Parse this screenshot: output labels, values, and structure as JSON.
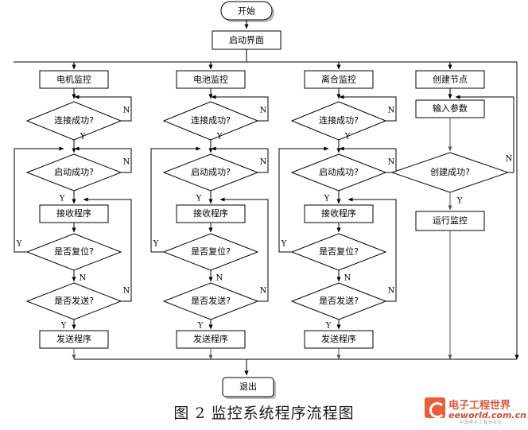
{
  "caption": "图 2 监控系统程序流程图",
  "watermark": {
    "cn": "电子工程世界",
    "en": "eeworld.com.cn",
    "sub": "中国电子工程师社区"
  },
  "colors": {
    "stroke": "#000000",
    "connector": "#555555",
    "fill": "#ffffff",
    "shadow": "#bdbdbd",
    "watermark_red": "#d9482b"
  },
  "diagram": {
    "type": "flowchart",
    "title": "监控系统程序流程图",
    "start": {
      "label": "开始",
      "shape": "terminator"
    },
    "splash": {
      "label": "启动界面",
      "shape": "process"
    },
    "exit": {
      "label": "退出",
      "shape": "terminator"
    },
    "branches": [
      {
        "id": "motor",
        "header": {
          "label": "电机监控",
          "shape": "process"
        },
        "steps": [
          {
            "label": "连接成功?",
            "shape": "decision",
            "yes": "Y",
            "no": "N"
          },
          {
            "label": "启动成功?",
            "shape": "decision",
            "yes": "Y",
            "no": "N"
          },
          {
            "label": "接收程序",
            "shape": "process"
          },
          {
            "label": "是否复位?",
            "shape": "decision",
            "yes": "Y",
            "no": "N"
          },
          {
            "label": "是否发送?",
            "shape": "decision",
            "yes": "Y",
            "no": "N"
          },
          {
            "label": "发送程序",
            "shape": "process"
          }
        ]
      },
      {
        "id": "battery",
        "header": {
          "label": "电池监控",
          "shape": "process"
        },
        "steps": [
          {
            "label": "连接成功?",
            "shape": "decision",
            "yes": "Y",
            "no": "N"
          },
          {
            "label": "启动成功?",
            "shape": "decision",
            "yes": "Y",
            "no": "N"
          },
          {
            "label": "接收程序",
            "shape": "process"
          },
          {
            "label": "是否复位?",
            "shape": "decision",
            "yes": "Y",
            "no": "N"
          },
          {
            "label": "是否发送?",
            "shape": "decision",
            "yes": "Y",
            "no": "N"
          },
          {
            "label": "发送程序",
            "shape": "process"
          }
        ]
      },
      {
        "id": "clutch",
        "header": {
          "label": "离合监控",
          "shape": "process"
        },
        "steps": [
          {
            "label": "连接成功?",
            "shape": "decision",
            "yes": "Y",
            "no": "N"
          },
          {
            "label": "启动成功?",
            "shape": "decision",
            "yes": "Y",
            "no": "N"
          },
          {
            "label": "接收程序",
            "shape": "process"
          },
          {
            "label": "是否复位?",
            "shape": "decision",
            "yes": "Y",
            "no": "N"
          },
          {
            "label": "是否发送?",
            "shape": "decision",
            "yes": "Y",
            "no": "N"
          },
          {
            "label": "发送程序",
            "shape": "process"
          }
        ]
      },
      {
        "id": "node",
        "header": {
          "label": "创建节点",
          "shape": "process"
        },
        "steps": [
          {
            "label": "输入参数",
            "shape": "process"
          },
          {
            "label": "创建成功?",
            "shape": "decision",
            "yes": "Y",
            "no": "N"
          },
          {
            "label": "运行监控",
            "shape": "process"
          }
        ]
      }
    ]
  }
}
